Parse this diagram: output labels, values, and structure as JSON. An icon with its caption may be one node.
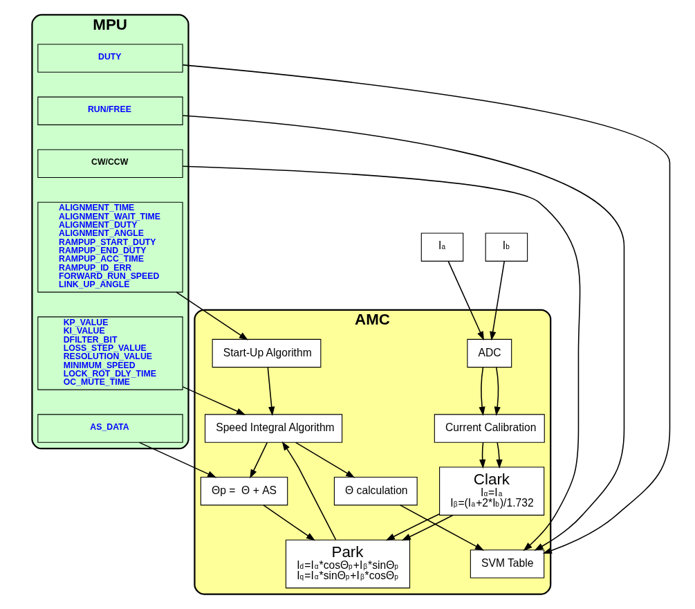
{
  "diagram": {
    "nodes": [
      {
        "text": [
          "AMC"
        ]
      },
      {
        "text": [
          "SVM Table"
        ],
        "in": 0
      },
      {
        "text": [
          "Θ calculation"
        ],
        "in": 0
      },
      {
        "text": [
          "Speed Integral Algorithm"
        ],
        "in": 0
      },
      {
        "text": [
          "Start-Up Algorithm"
        ],
        "in": 0
      },
      {
        "text": [
          "Θp =  Θ + AS"
        ],
        "in": 0
      },
      {
        "text": [
          "ADC"
        ],
        "in": 0
      },
      {
        "text": [
          "Park",
          "I$_{d}$=I$_{α}$*cosΘ$_{p}$+I$_{β}$*sinΘ$_{p}$",
          "I$_{q}$=I$_{α}$*sinΘ$_{p}$+I$_{β}$*cosΘ$_{p}$"
        ],
        "in": 0
      },
      {
        "text": [
          "Clark",
          "I$_{α}$=I$_{a}$",
          "I$_{β}$=(I$_{a}$+2*I$_{b}$)/1.732"
        ],
        "in": 0
      },
      {
        "text": [
          "Current Calibration"
        ],
        "in": 0
      },
      {
        "text": [
          "MPU"
        ]
      },
      {
        "text": [
          "DUTY"
        ],
        "in": 10
      },
      {
        "text": [
          "RUN/FREE"
        ],
        "in": 10
      },
      {
        "text": [
          "CW/CCW"
        ],
        "in": 10
      },
      {
        "text": [
          "ALIGNMENT_TIME",
          "ALIGNMENT_WAIT_TIME",
          "ALIGNMENT_DUTY",
          "ALIGNMENT_ANGLE",
          "RAMPUP_START_DUTY",
          "RAMPUP_END_DUTY",
          "RAMPUP_ACC_TIME",
          "RAMPUP_ID_ERR",
          "FORWARD_RUN_SPEED",
          "LINK_UP_ANGLE"
        ],
        "in": 10
      },
      {
        "text": [
          "KP_VALUE",
          "KI_VALUE",
          "DFILTER_BIT",
          "LOSS_STEP_VALUE",
          "RESOLUTION_VALUE",
          "MINIMUM_SPEED",
          "LOCK_ROT_DLY_TIME",
          "OC_MUTE_TIME"
        ],
        "in": 10
      },
      {
        "text": [
          "AS_DATA"
        ],
        "in": 10
      },
      {
        "text": [
          "I$_{a}$"
        ]
      },
      {
        "text": [
          "I$_{b}$"
        ]
      }
    ],
    "edges": [
      {
        "from": 11,
        "to": 1,
        "arrow": "to"
      },
      {
        "from": 12,
        "to": 1,
        "arrow": "to"
      },
      {
        "from": 13,
        "to": 1,
        "arrow": "to"
      },
      {
        "from": 2,
        "to": 1,
        "arrow": "to"
      },
      {
        "from": 3,
        "to": 2,
        "arrow": "to"
      },
      {
        "from": 14,
        "to": 4,
        "arrow": "to"
      },
      {
        "from": 4,
        "to": 3,
        "arrow": "to"
      },
      {
        "from": 15,
        "to": 3,
        "arrow": "to"
      },
      {
        "from": 3,
        "to": 5,
        "arrow": "to"
      },
      {
        "from": 16,
        "to": 5,
        "arrow": "to"
      },
      {
        "from": 5,
        "to": 7,
        "arrow": "to"
      },
      {
        "from": 7,
        "to": 3,
        "arrow": "to"
      },
      {
        "from": 17,
        "to": 6,
        "arrow": "to"
      },
      {
        "from": 18,
        "to": 6,
        "arrow": "to"
      },
      {
        "from": 6,
        "to": 9,
        "arrow": "to"
      },
      {
        "from": 6,
        "to": 9,
        "arrow": "to"
      },
      {
        "from": 9,
        "to": 8,
        "arrow": "to"
      },
      {
        "from": 9,
        "to": 8,
        "arrow": "to"
      },
      {
        "from": 8,
        "to": 7,
        "arrow": "to"
      },
      {
        "from": 8,
        "to": 7,
        "arrow": "to"
      }
    ]
  }
}
